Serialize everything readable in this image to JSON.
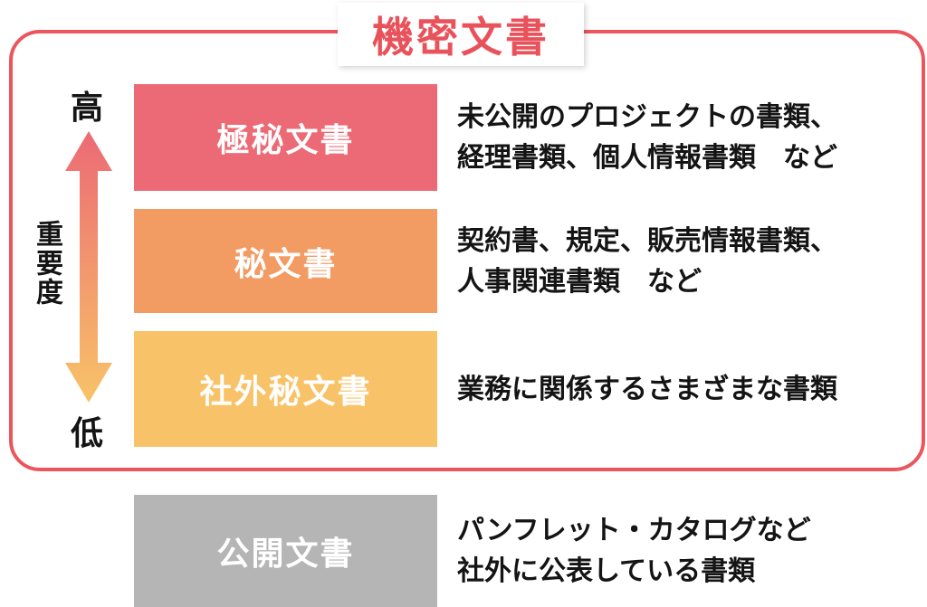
{
  "title": "機密文書",
  "importance_axis": {
    "high_label": "高",
    "axis_label": "重要度",
    "low_label": "低"
  },
  "confidential_levels": [
    {
      "label": "極秘文書",
      "description": "未公開のプロジェクトの書類、\n経理書類、個人情報書類　など",
      "box_color": "#ec6a76"
    },
    {
      "label": "秘文書",
      "description": "契約書、規定、販売情報書類、\n人事関連書類　など",
      "box_color": "#f29b63"
    },
    {
      "label": "社外秘文書",
      "description": "業務に関係するさまざまな書類",
      "box_color": "#f8c368"
    }
  ],
  "public_level": {
    "label": "公開文書",
    "description": "パンフレット・カタログなど\n社外に公表している書類",
    "box_color": "#b5b5b5"
  },
  "colors": {
    "frame_border": "#eb555d",
    "title_text": "#e9525a",
    "arrow_top": "#ec6a75",
    "arrow_bottom": "#f8c368"
  }
}
